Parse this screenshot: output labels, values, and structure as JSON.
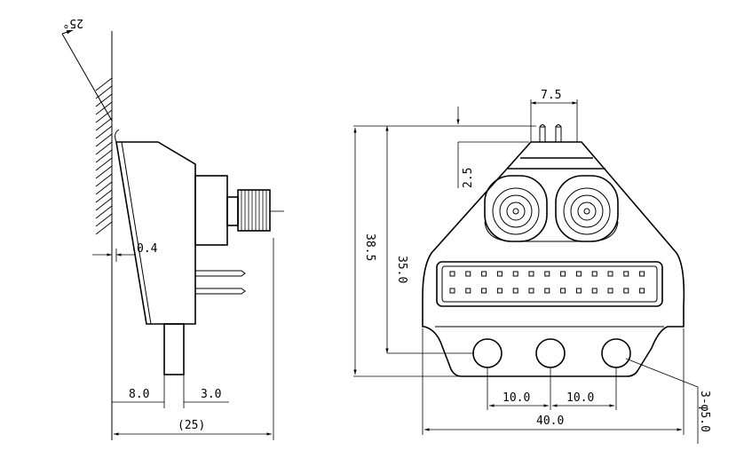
{
  "side_view": {
    "angle": "25°",
    "gap": "0.4",
    "flange": "8.0",
    "pin_offset": "3.0",
    "overall_width": "(25)"
  },
  "front_view": {
    "pin_spacing": "7.5",
    "pin_height": "2.5",
    "inner_height": "35.0",
    "overall_height": "38.5",
    "hole_spacing_left": "10.0",
    "hole_spacing_right": "10.0",
    "overall_width": "40.0",
    "hole_callout": "3-φ5.0"
  },
  "connector_pins": {
    "rows": 2,
    "columns": 13
  }
}
